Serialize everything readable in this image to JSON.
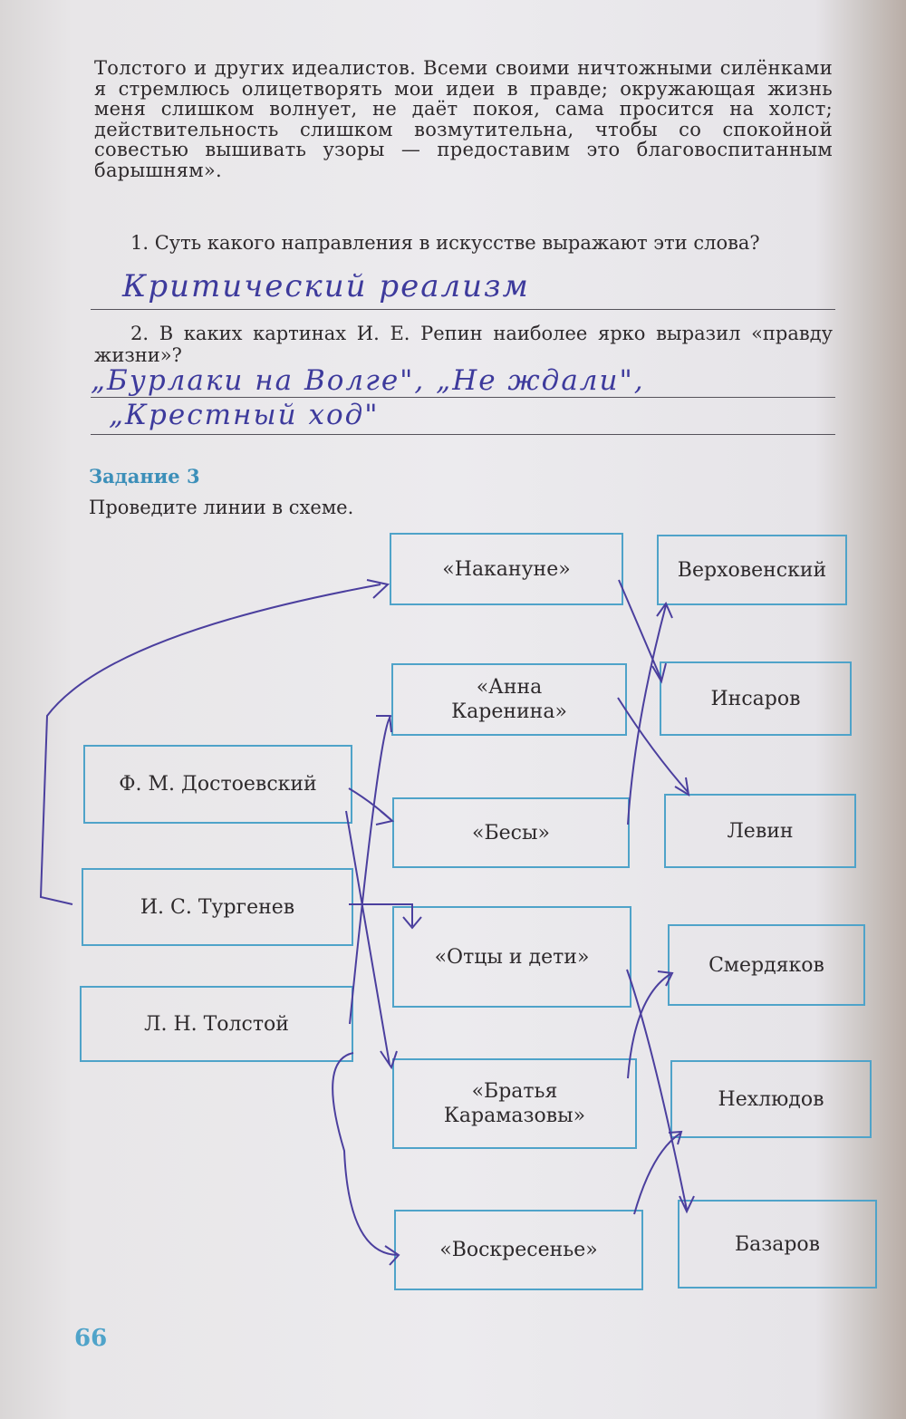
{
  "passage": "Толстого и других идеалистов. Всеми своими ничтожными силёнками я стремлюсь олицетворять мои идеи в правде; окружающая жизнь меня слишком волнует, не даёт покоя, сама просится на холст; действительность слишком возмутительна, чтобы со спокойной совестью вышивать узоры — предоставим это благовоспитанным барышням».",
  "q1": {
    "text": "1. Суть какого направления в искусстве выражают эти слова?",
    "answer": "Критический реализм"
  },
  "q2": {
    "text": "2. В каких картинах И. Е. Репин наиболее ярко выразил «правду жизни»?",
    "answer_line1": "„Бурлаки на Волге\", „Не ждали\",",
    "answer_line2": "„Крестный ход\""
  },
  "task": {
    "title": "Задание 3",
    "instruction": "Проведите линии в схеме."
  },
  "authors": [
    "Ф. М. Достоевский",
    "И. С. Тургенев",
    "Л. Н. Толстой"
  ],
  "works": [
    "«Накануне»",
    "«Анна Каренина»",
    "«Бесы»",
    "«Отцы и дети»",
    "«Братья Карамазовы»",
    "«Воскресенье»"
  ],
  "characters": [
    "Верховенский",
    "Инсаров",
    "Левин",
    "Смердяков",
    "Нехлюдов",
    "Базаров"
  ],
  "page_number": "66"
}
